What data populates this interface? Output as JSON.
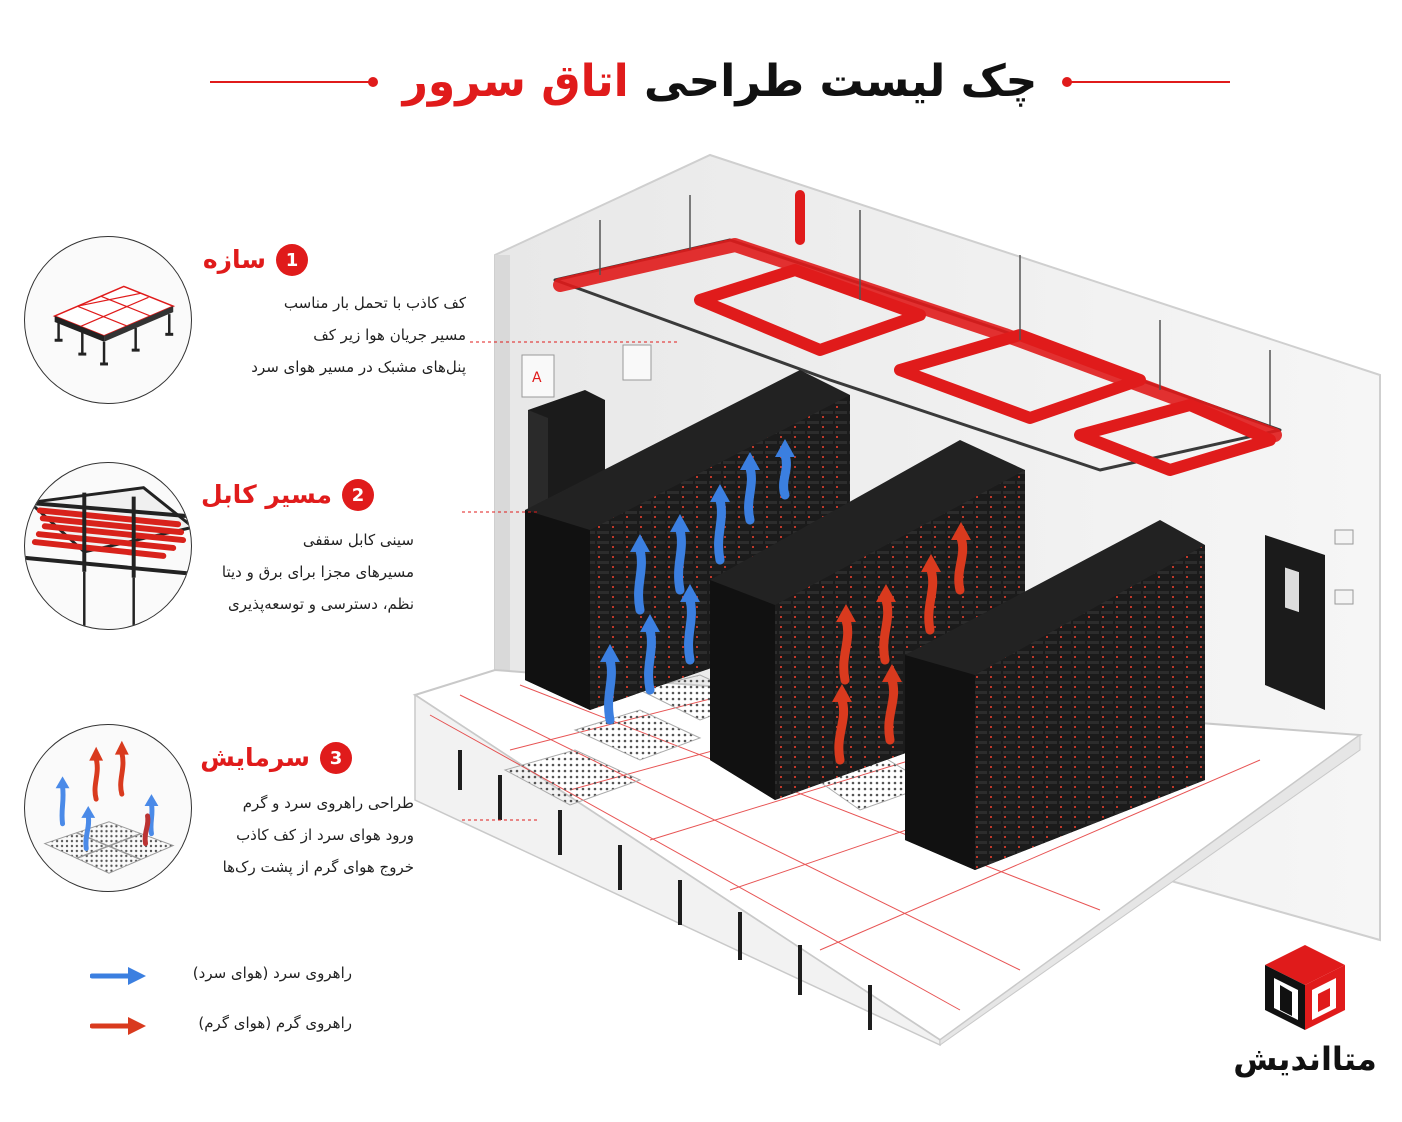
{
  "title": {
    "part_black": "چک لیست طراحی",
    "part_red": "اتاق سرور"
  },
  "items": [
    {
      "number": "1",
      "title": "سازه",
      "lines": [
        "کف کاذب با تحمل بار مناسب",
        "مسیر جریان هوا زیر کف",
        "پنل‌های مشبک در مسیر هوای سرد"
      ],
      "icon": "raised-floor-icon"
    },
    {
      "number": "2",
      "title": "مسیر کابل",
      "lines": [
        "سینی کابل سقفی",
        "مسیرهای مجزا برای برق و دیتا",
        "نظم، دسترسی و توسعه‌پذیری"
      ],
      "icon": "cable-tray-icon"
    },
    {
      "number": "3",
      "title": "سرمایش",
      "lines": [
        "طراحی راهروی سرد و گرم",
        "ورود هوای سرد از کف کاذب",
        "خروج هوای گرم از پشت رک‌ها"
      ],
      "icon": "cooling-airflow-icon"
    }
  ],
  "legend": [
    {
      "label": "راهروی سرد (هوای سرد)",
      "color": "#3b7fe0"
    },
    {
      "label": "راهروی گرم (هوای گرم)",
      "color": "#d93a1e"
    }
  ],
  "brand": {
    "name": "متااندیش",
    "accent": "#e01b1b",
    "logo_icon": "metaandish-cube-logo"
  },
  "colors": {
    "accent": "#e01b1b",
    "cold_air": "#3b7fe0",
    "hot_air": "#d93a1e",
    "rack": "#1e1e1e"
  }
}
